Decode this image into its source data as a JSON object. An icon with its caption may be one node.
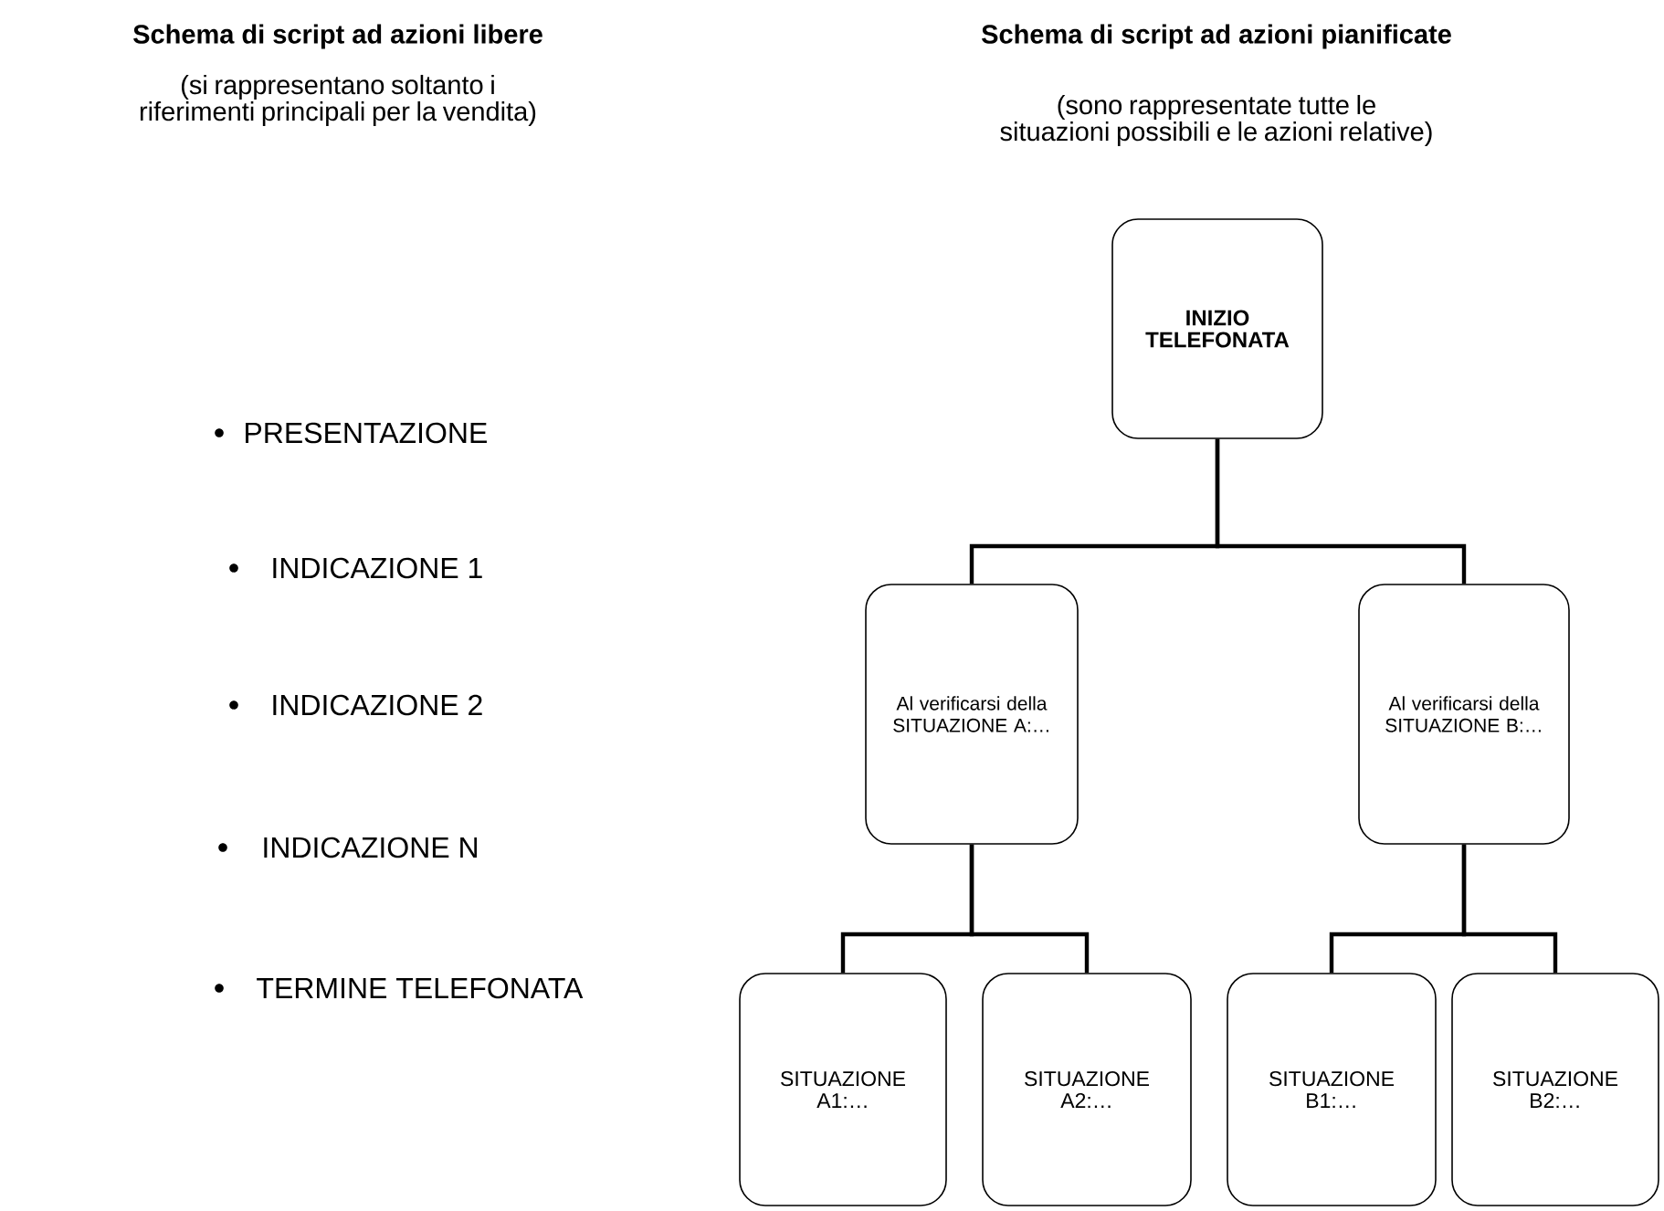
{
  "diagram": {
    "nodes": [
      {
        "text": [
          "INIZIO TELEFONATA"
        ]
      },
      {
        "text": [
          "Al verificarsi della SITUAZIONE A:…"
        ]
      },
      {
        "text": [
          "Al verificarsi della SITUAZIONE B:…"
        ]
      },
      {
        "text": [
          "SITUAZIONE A1:…"
        ]
      },
      {
        "text": [
          "SITUAZIONE A2:…"
        ]
      },
      {
        "text": [
          "SITUAZIONE B1:…"
        ]
      },
      {
        "text": [
          "SITUAZIONE B2:…"
        ]
      }
    ],
    "edges": [
      {
        "from": 0,
        "to": 1,
        "arrow": "none"
      },
      {
        "from": 0,
        "to": 2,
        "arrow": "none"
      },
      {
        "from": 1,
        "to": 3,
        "arrow": "none"
      },
      {
        "from": 1,
        "to": 4,
        "arrow": "none"
      },
      {
        "from": 2,
        "to": 5,
        "arrow": "none"
      },
      {
        "from": 2,
        "to": 6,
        "arrow": "none"
      }
    ],
    "labels": [
      "Schema di script ad azioni libere",
      "(si rappresentano soltanto i riferimenti principali per la vendita)",
      "Schema di script ad azioni pianificate",
      "(sono rappresentate tutte le situazioni possibili e le azioni relative)",
      "PRESENTAZIONE",
      "INDICAZIONE 1",
      "INDICAZIONE 2",
      "INDICAZIONE  N",
      "TERMINE TELEFONATA"
    ]
  }
}
